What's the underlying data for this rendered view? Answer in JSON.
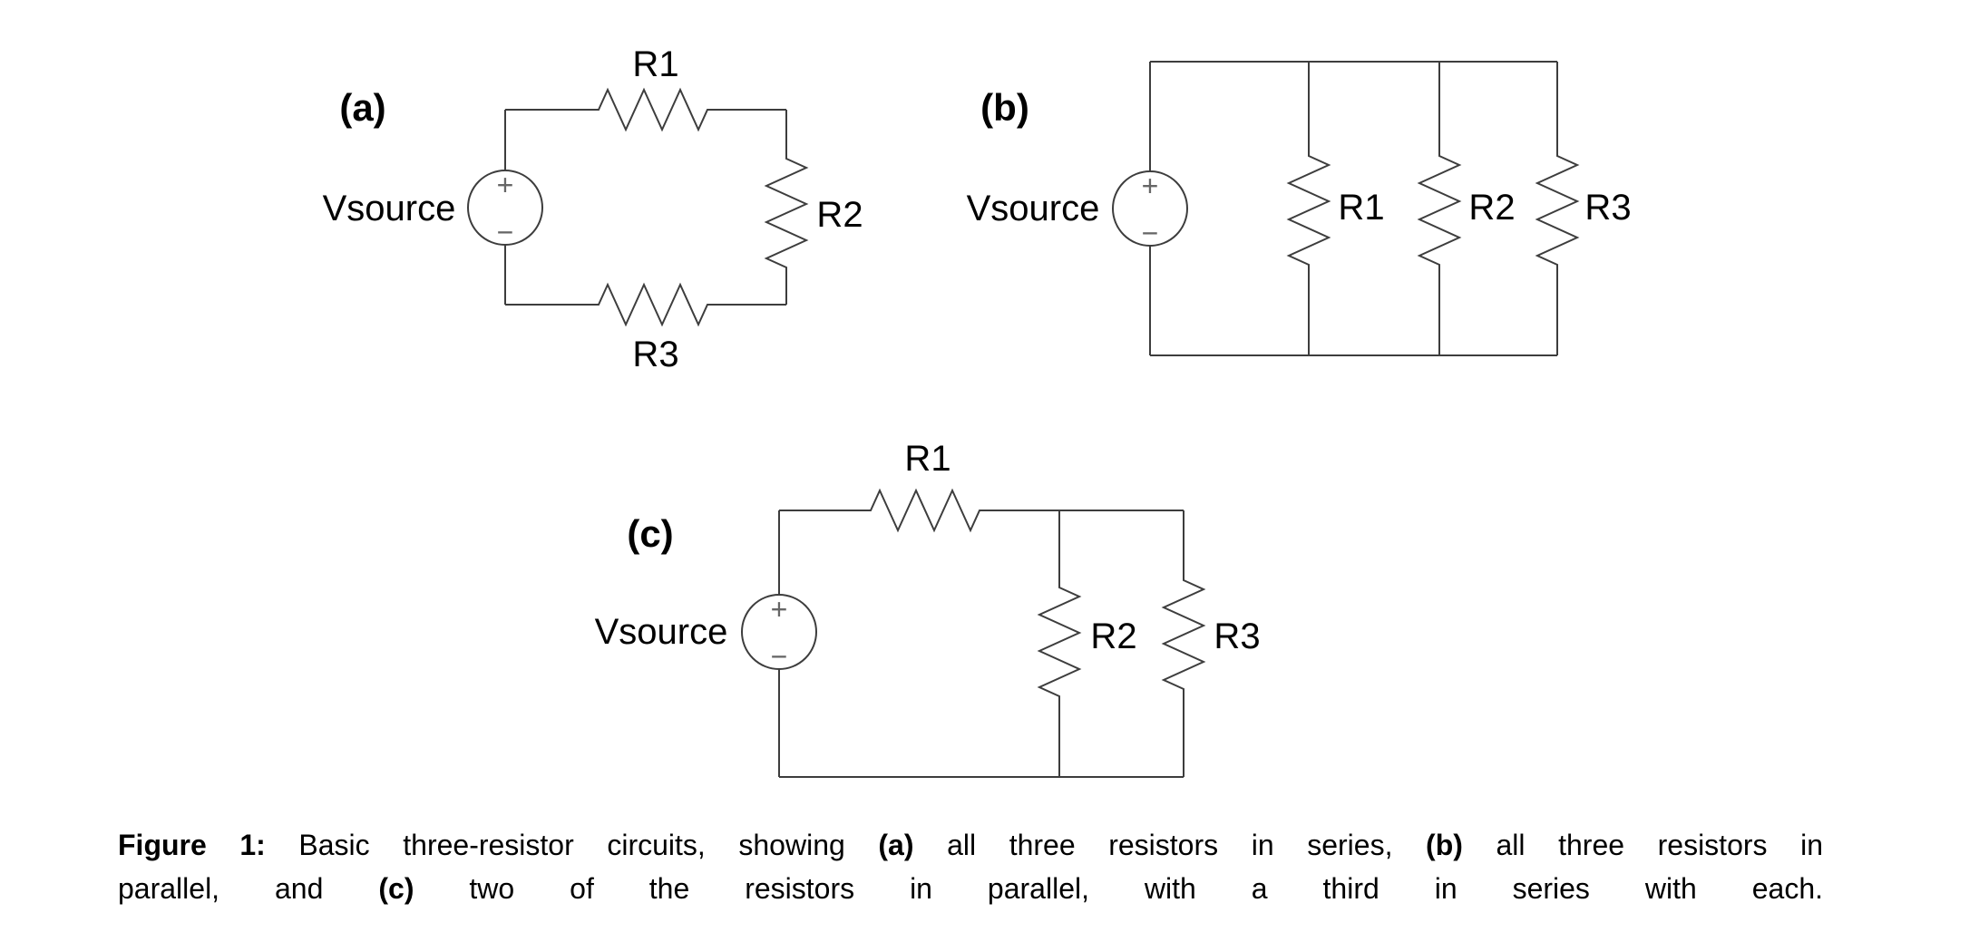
{
  "figure": {
    "caption": {
      "line1_bold1": "Figure 1:",
      "line1_text1": " Basic three-resistor circuits, showing ",
      "line1_bold2": "(a)",
      "line1_text2": " all three resistors in series, ",
      "line1_bold3": "(b)",
      "line1_text3": " all three resistors in",
      "line2_text1": "parallel, and ",
      "line2_bold1": "(c)",
      "line2_text2": " two of the resistors in parallel, with a third in series with each."
    }
  },
  "circuit_a": {
    "tag": "(a)",
    "source_label": "Vsource",
    "plus": "+",
    "minus": "−",
    "r1_label": "R1",
    "r2_label": "R2",
    "r3_label": "R3"
  },
  "circuit_b": {
    "tag": "(b)",
    "source_label": "Vsource",
    "plus": "+",
    "minus": "−",
    "r1_label": "R1",
    "r2_label": "R2",
    "r3_label": "R3"
  },
  "circuit_c": {
    "tag": "(c)",
    "source_label": "Vsource",
    "plus": "+",
    "minus": "−",
    "r1_label": "R1",
    "r2_label": "R2",
    "r3_label": "R3"
  },
  "colors": {
    "background": "#ffffff",
    "wire": "#3d3d3d",
    "label_text": "#000000",
    "polarity_mark": "#666666"
  }
}
